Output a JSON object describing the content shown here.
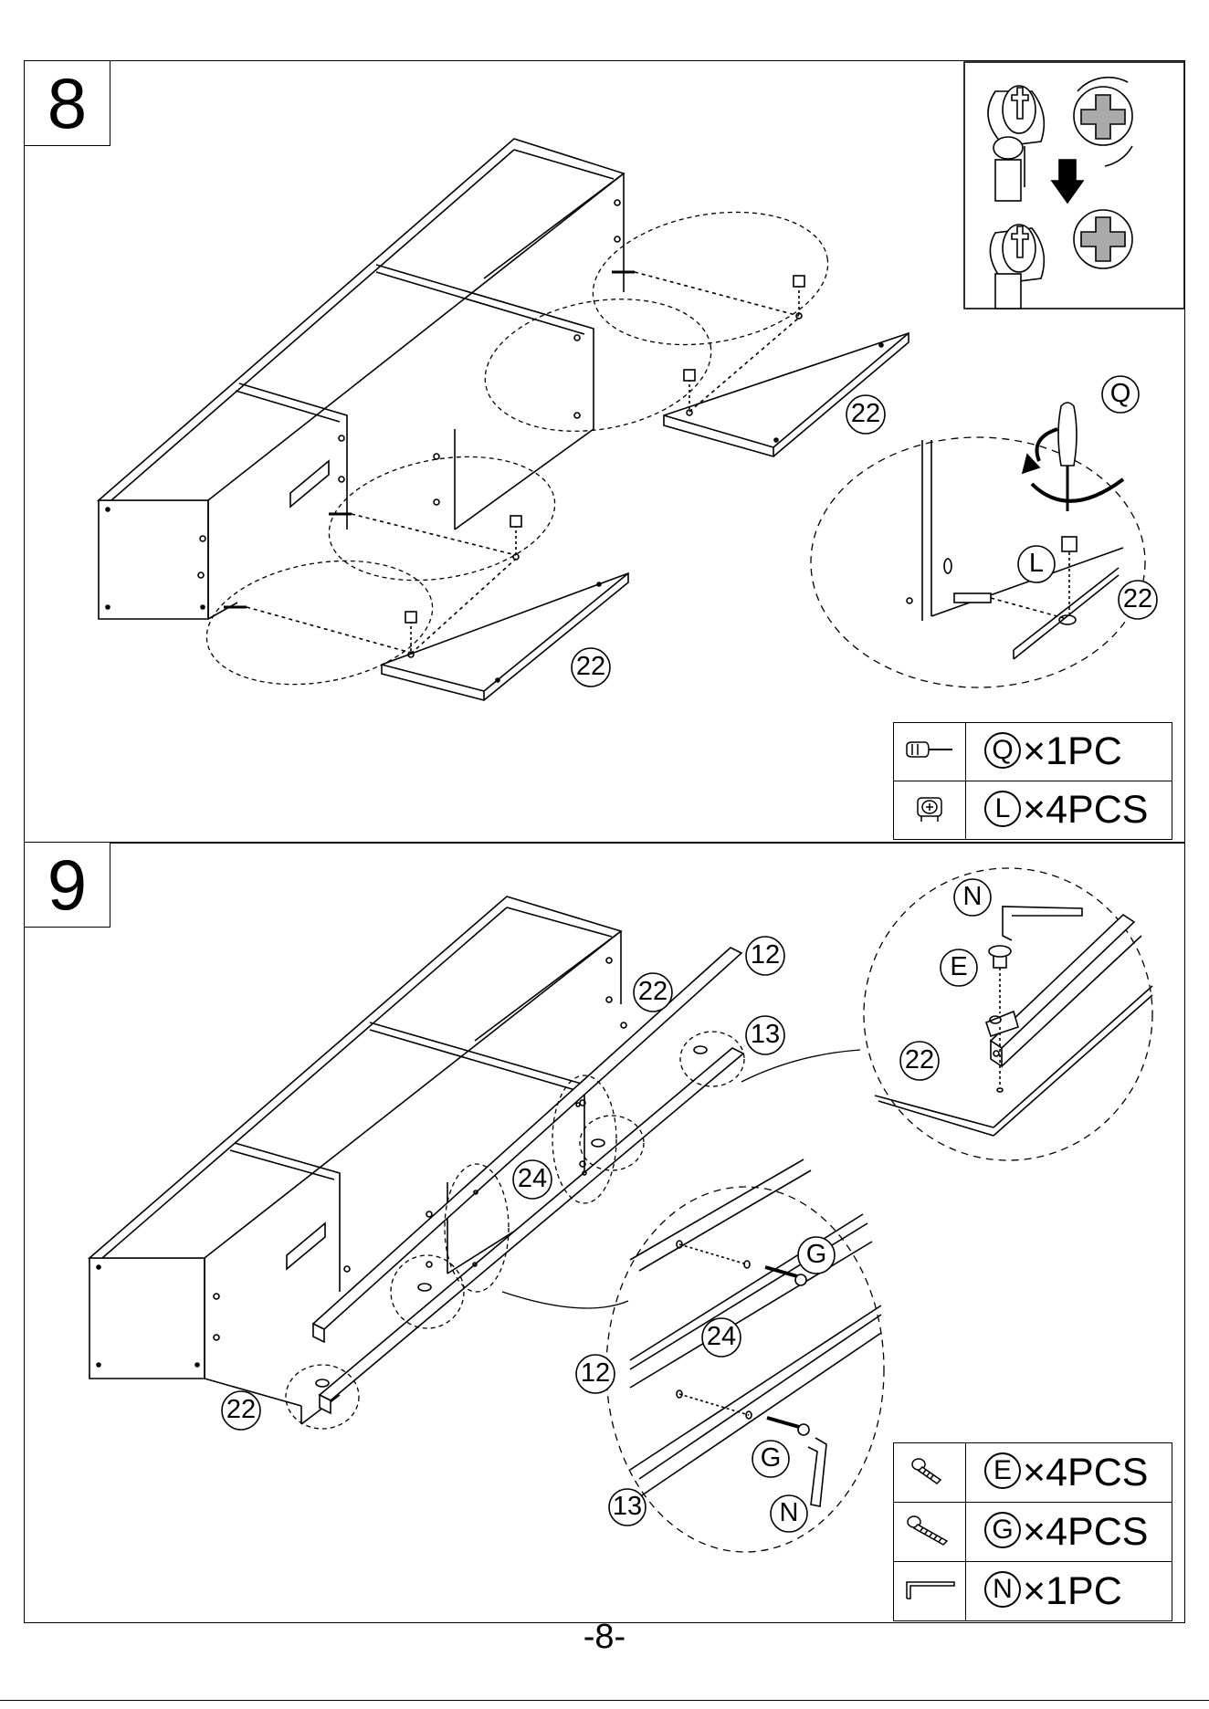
{
  "page_number": "-8-",
  "steps": [
    {
      "number": "8",
      "labels": {
        "panel_a": "22",
        "panel_b": "22",
        "detail_panel": "22",
        "screwdriver": "Q",
        "cam_lock": "L"
      },
      "parts": [
        {
          "icon": "screwdriver-icon",
          "letter": "Q",
          "qty": "×1PC"
        },
        {
          "icon": "cam-lock-icon",
          "letter": "L",
          "qty": "×4PCS"
        }
      ]
    },
    {
      "number": "9",
      "labels": {
        "rail_a": "12",
        "rail_b": "13",
        "bracket": "24",
        "top_panel": "22",
        "bottom_panel": "22",
        "detail_rail_a": "12",
        "detail_rail_b": "13",
        "detail_bracket": "24",
        "screw_g1": "G",
        "screw_g2": "G",
        "wrench_detail": "N",
        "wrench_top": "N",
        "bolt_e": "E",
        "detail_panel": "22"
      },
      "parts": [
        {
          "icon": "short-bolt-icon",
          "letter": "E",
          "qty": "×4PCS"
        },
        {
          "icon": "long-bolt-icon",
          "letter": "G",
          "qty": "×4PCS"
        },
        {
          "icon": "allen-key-icon",
          "letter": "N",
          "qty": "×1PC"
        }
      ]
    }
  ]
}
